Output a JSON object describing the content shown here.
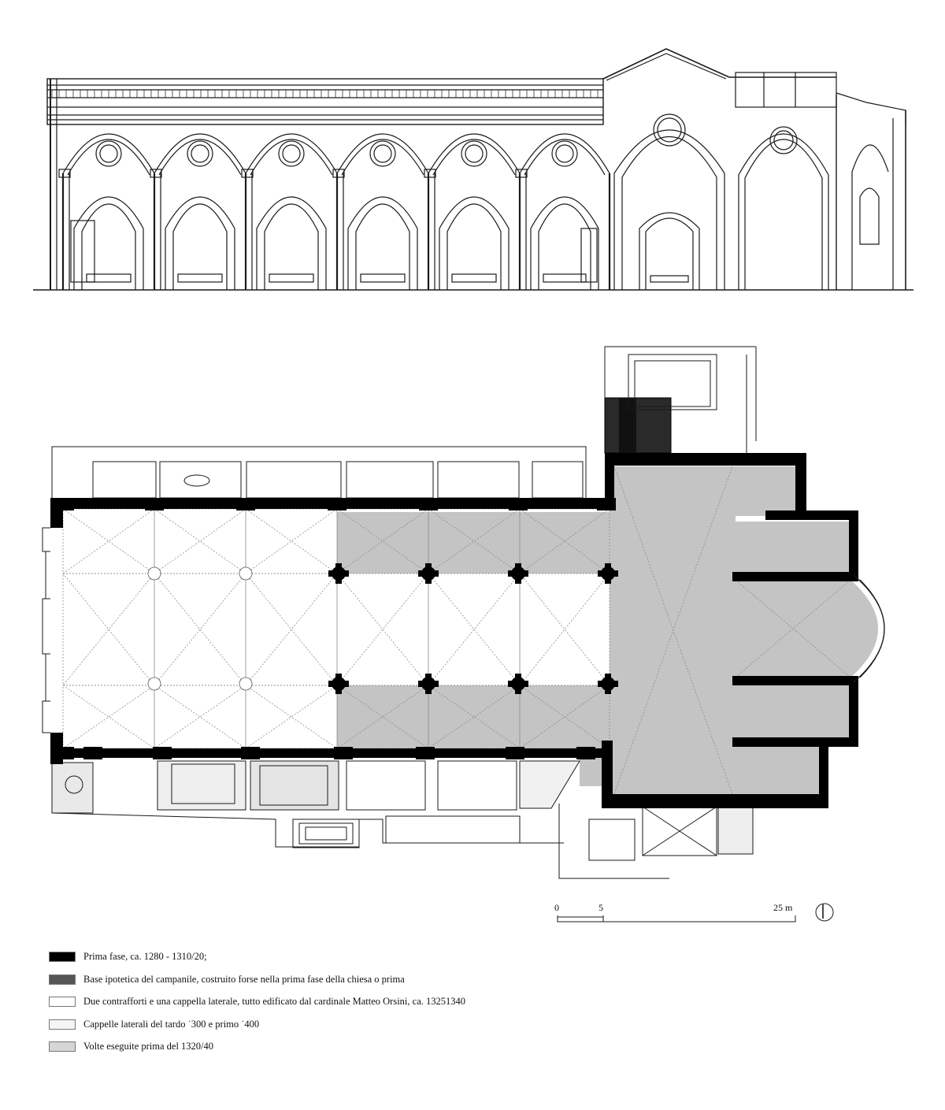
{
  "scale_bar": {
    "label_0": "0",
    "label_5": "5",
    "label_25": "25 m"
  },
  "colors": {
    "phase1": "#000000",
    "campanile": "#555555",
    "orsini": "#ffffff",
    "chapels": "#f4f4f4",
    "vaults": "#d6d6d6",
    "vault_fill": "#c4c4c4",
    "line": "#1a1a1a",
    "dotted": "#8a8a8a"
  },
  "legend": [
    {
      "label": "Prima fase, ca. 1280 - 1310/20;",
      "color": "#000000"
    },
    {
      "label": "Base ipotetica del campanile, costruito forse nella prima fase della chiesa o prima",
      "color": "#555555"
    },
    {
      "label": "Due contrafforti e una cappella laterale, tutto edificato dal cardinale Matteo Orsini, ca. 13251340",
      "color": "#ffffff"
    },
    {
      "label": "Cappelle laterali del tardo ˙300 e primo ˙400",
      "color": "#f4f4f4"
    },
    {
      "label": "Volte eseguite prima del 1320/40",
      "color": "#d6d6d6"
    }
  ]
}
